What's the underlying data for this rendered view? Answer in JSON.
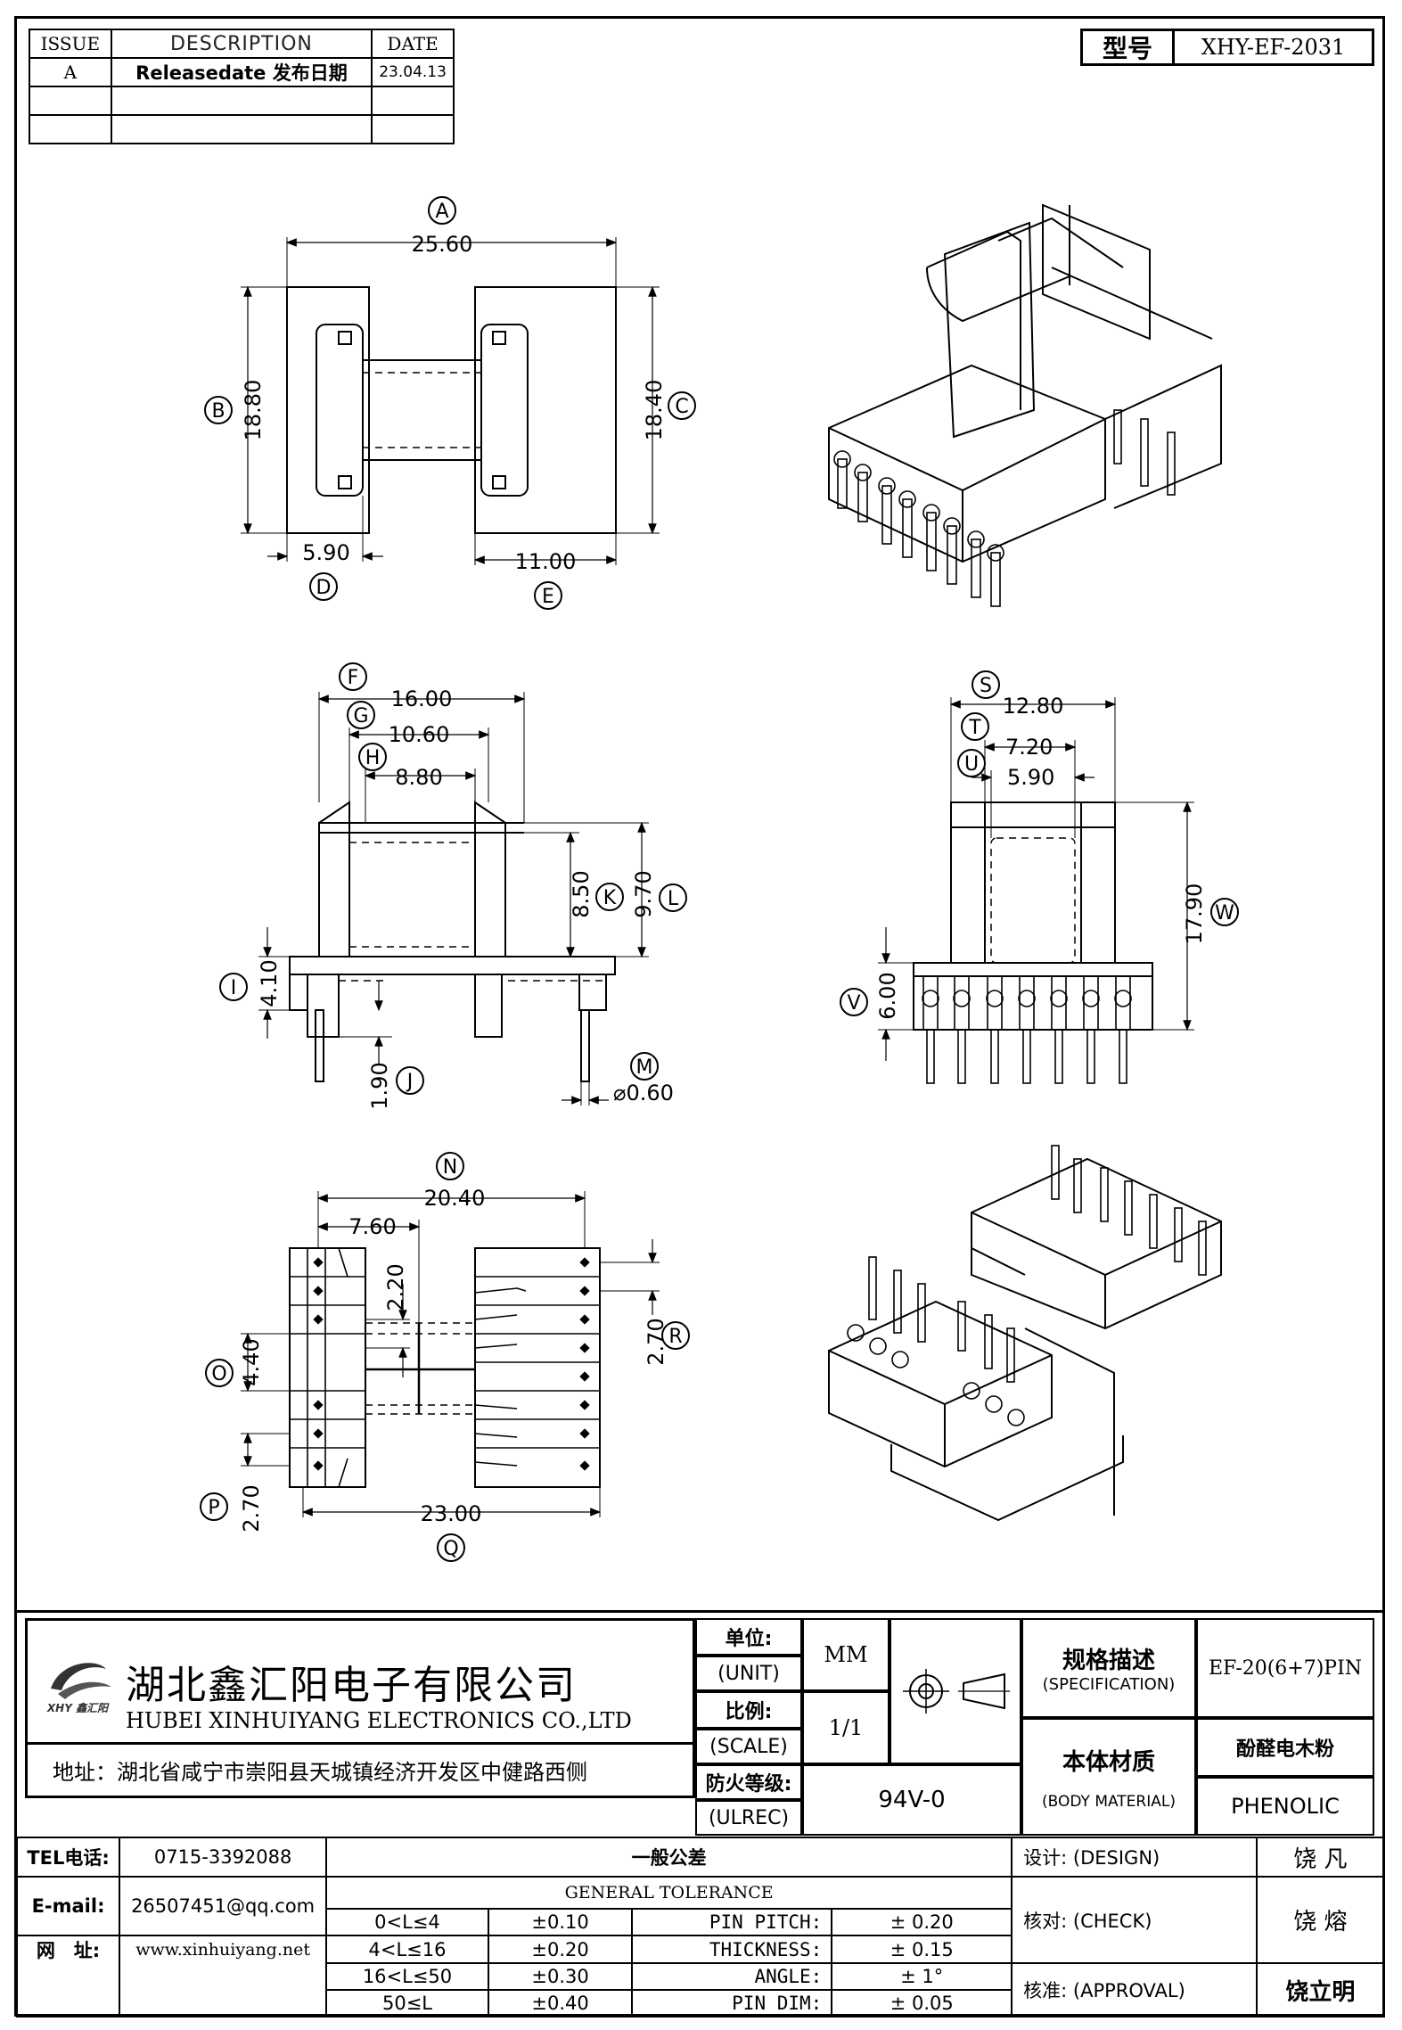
{
  "revision_table": {
    "headers": [
      "ISSUE",
      "DESCRIPTION",
      "DATE"
    ],
    "rows": [
      {
        "issue": "A",
        "description": "Releasedate 发布日期",
        "date": "23.04.13"
      }
    ]
  },
  "model": {
    "label": "型号",
    "value": "XHY-EF-2031"
  },
  "views": {
    "top": {
      "A": "25.60",
      "B": "18.80",
      "C": "18.40",
      "D": "5.90",
      "E": "11.00"
    },
    "side": {
      "F": "16.00",
      "G": "10.60",
      "H": "8.80",
      "K": "8.50",
      "L": "9.70",
      "I": "4.10",
      "J": "1.90",
      "M": "⌀0.60"
    },
    "front": {
      "S": "12.80",
      "T": "7.20",
      "U": "5.90",
      "W": "17.90",
      "V": "6.00"
    },
    "bottom": {
      "N": "20.40",
      "first": "7.60",
      "second": "2.20",
      "O": "4.40",
      "R": "2.70",
      "P": "2.70",
      "Q": "23.00"
    }
  },
  "letters": [
    "A",
    "B",
    "C",
    "D",
    "E",
    "F",
    "G",
    "H",
    "I",
    "J",
    "K",
    "L",
    "M",
    "N",
    "O",
    "P",
    "Q",
    "R",
    "S",
    "T",
    "U",
    "V",
    "W"
  ],
  "company": {
    "name_cn": "湖北鑫汇阳电子有限公司",
    "name_en": "HUBEI XINHUIYANG ELECTRONICS CO.,LTD",
    "address": "地址：湖北省咸宁市崇阳县天城镇经济开发区中健路西侧",
    "logo_text": "XHY 鑫汇阳"
  },
  "unit": {
    "label_cn": "单位:",
    "label_en": "(UNIT)",
    "value": "MM"
  },
  "scale": {
    "label_cn": "比例:",
    "label_en": "(SCALE)",
    "value": "1/1"
  },
  "ulrec": {
    "label_cn": "防火等级:",
    "label_en": "(ULREC)",
    "value": "94V-0"
  },
  "spec": {
    "label_cn": "规格描述",
    "label_en": "(SPECIFICATION)",
    "value": "EF-20(6+7)PIN"
  },
  "material": {
    "label_cn": "本体材质",
    "label_en": "(BODY MATERIAL)",
    "value_cn": "酚醛电木粉",
    "value_en": "PHENOLIC"
  },
  "contact": {
    "tel_label": "TEL电话:",
    "tel": "0715-3392088",
    "email_label": "E-mail:",
    "email": "26507451@qq.com",
    "web_label": "网　址:",
    "web": "www.xinhuiyang.net"
  },
  "tolerance": {
    "title_cn": "一般公差",
    "title_en": "GENERAL TOLERANCE",
    "ranges": [
      {
        "range": "0<L≤4",
        "tol": "±0.10"
      },
      {
        "range": "4<L≤16",
        "tol": "±0.20"
      },
      {
        "range": "16<L≤50",
        "tol": "±0.30"
      },
      {
        "range": "50≤L",
        "tol": "±0.40"
      }
    ],
    "items": [
      {
        "name": "PIN PITCH:",
        "tol": "± 0.20"
      },
      {
        "name": "THICKNESS:",
        "tol": "± 0.15"
      },
      {
        "name": "ANGLE:",
        "tol": "± 1°"
      },
      {
        "name": "PIN DIM:",
        "tol": "± 0.05"
      }
    ]
  },
  "approvals": [
    {
      "label": "设计: (DESIGN)",
      "name": "饶 凡"
    },
    {
      "label": "核对: (CHECK)",
      "name": "饶 熔"
    },
    {
      "label": "核准: (APPROVAL)",
      "name": "饶立明"
    }
  ]
}
